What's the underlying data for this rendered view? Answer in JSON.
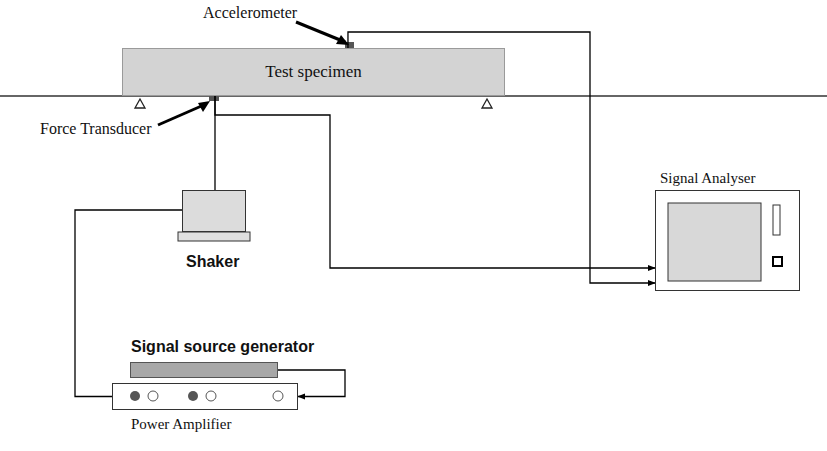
{
  "diagram": {
    "nodes": [
      {
        "text": [
          "Test specimen"
        ]
      },
      {
        "text": [
          "Shaker"
        ]
      },
      {
        "text": [
          "Signal Analyser"
        ]
      },
      {
        "text": [
          "Signal source generator"
        ]
      },
      {
        "text": [
          "Power Amplifier"
        ]
      }
    ],
    "edges": [
      {
        "from": 0,
        "to": 2,
        "arrow": "to"
      },
      {
        "from": 0,
        "to": 2,
        "arrow": "to"
      },
      {
        "from": 1,
        "to": 0,
        "arrow": "none"
      },
      {
        "from": 3,
        "to": 4,
        "arrow": "to"
      },
      {
        "from": 4,
        "to": 1,
        "arrow": "none"
      }
    ],
    "labels": [
      "Accelerometer",
      "Force Transducer"
    ]
  }
}
